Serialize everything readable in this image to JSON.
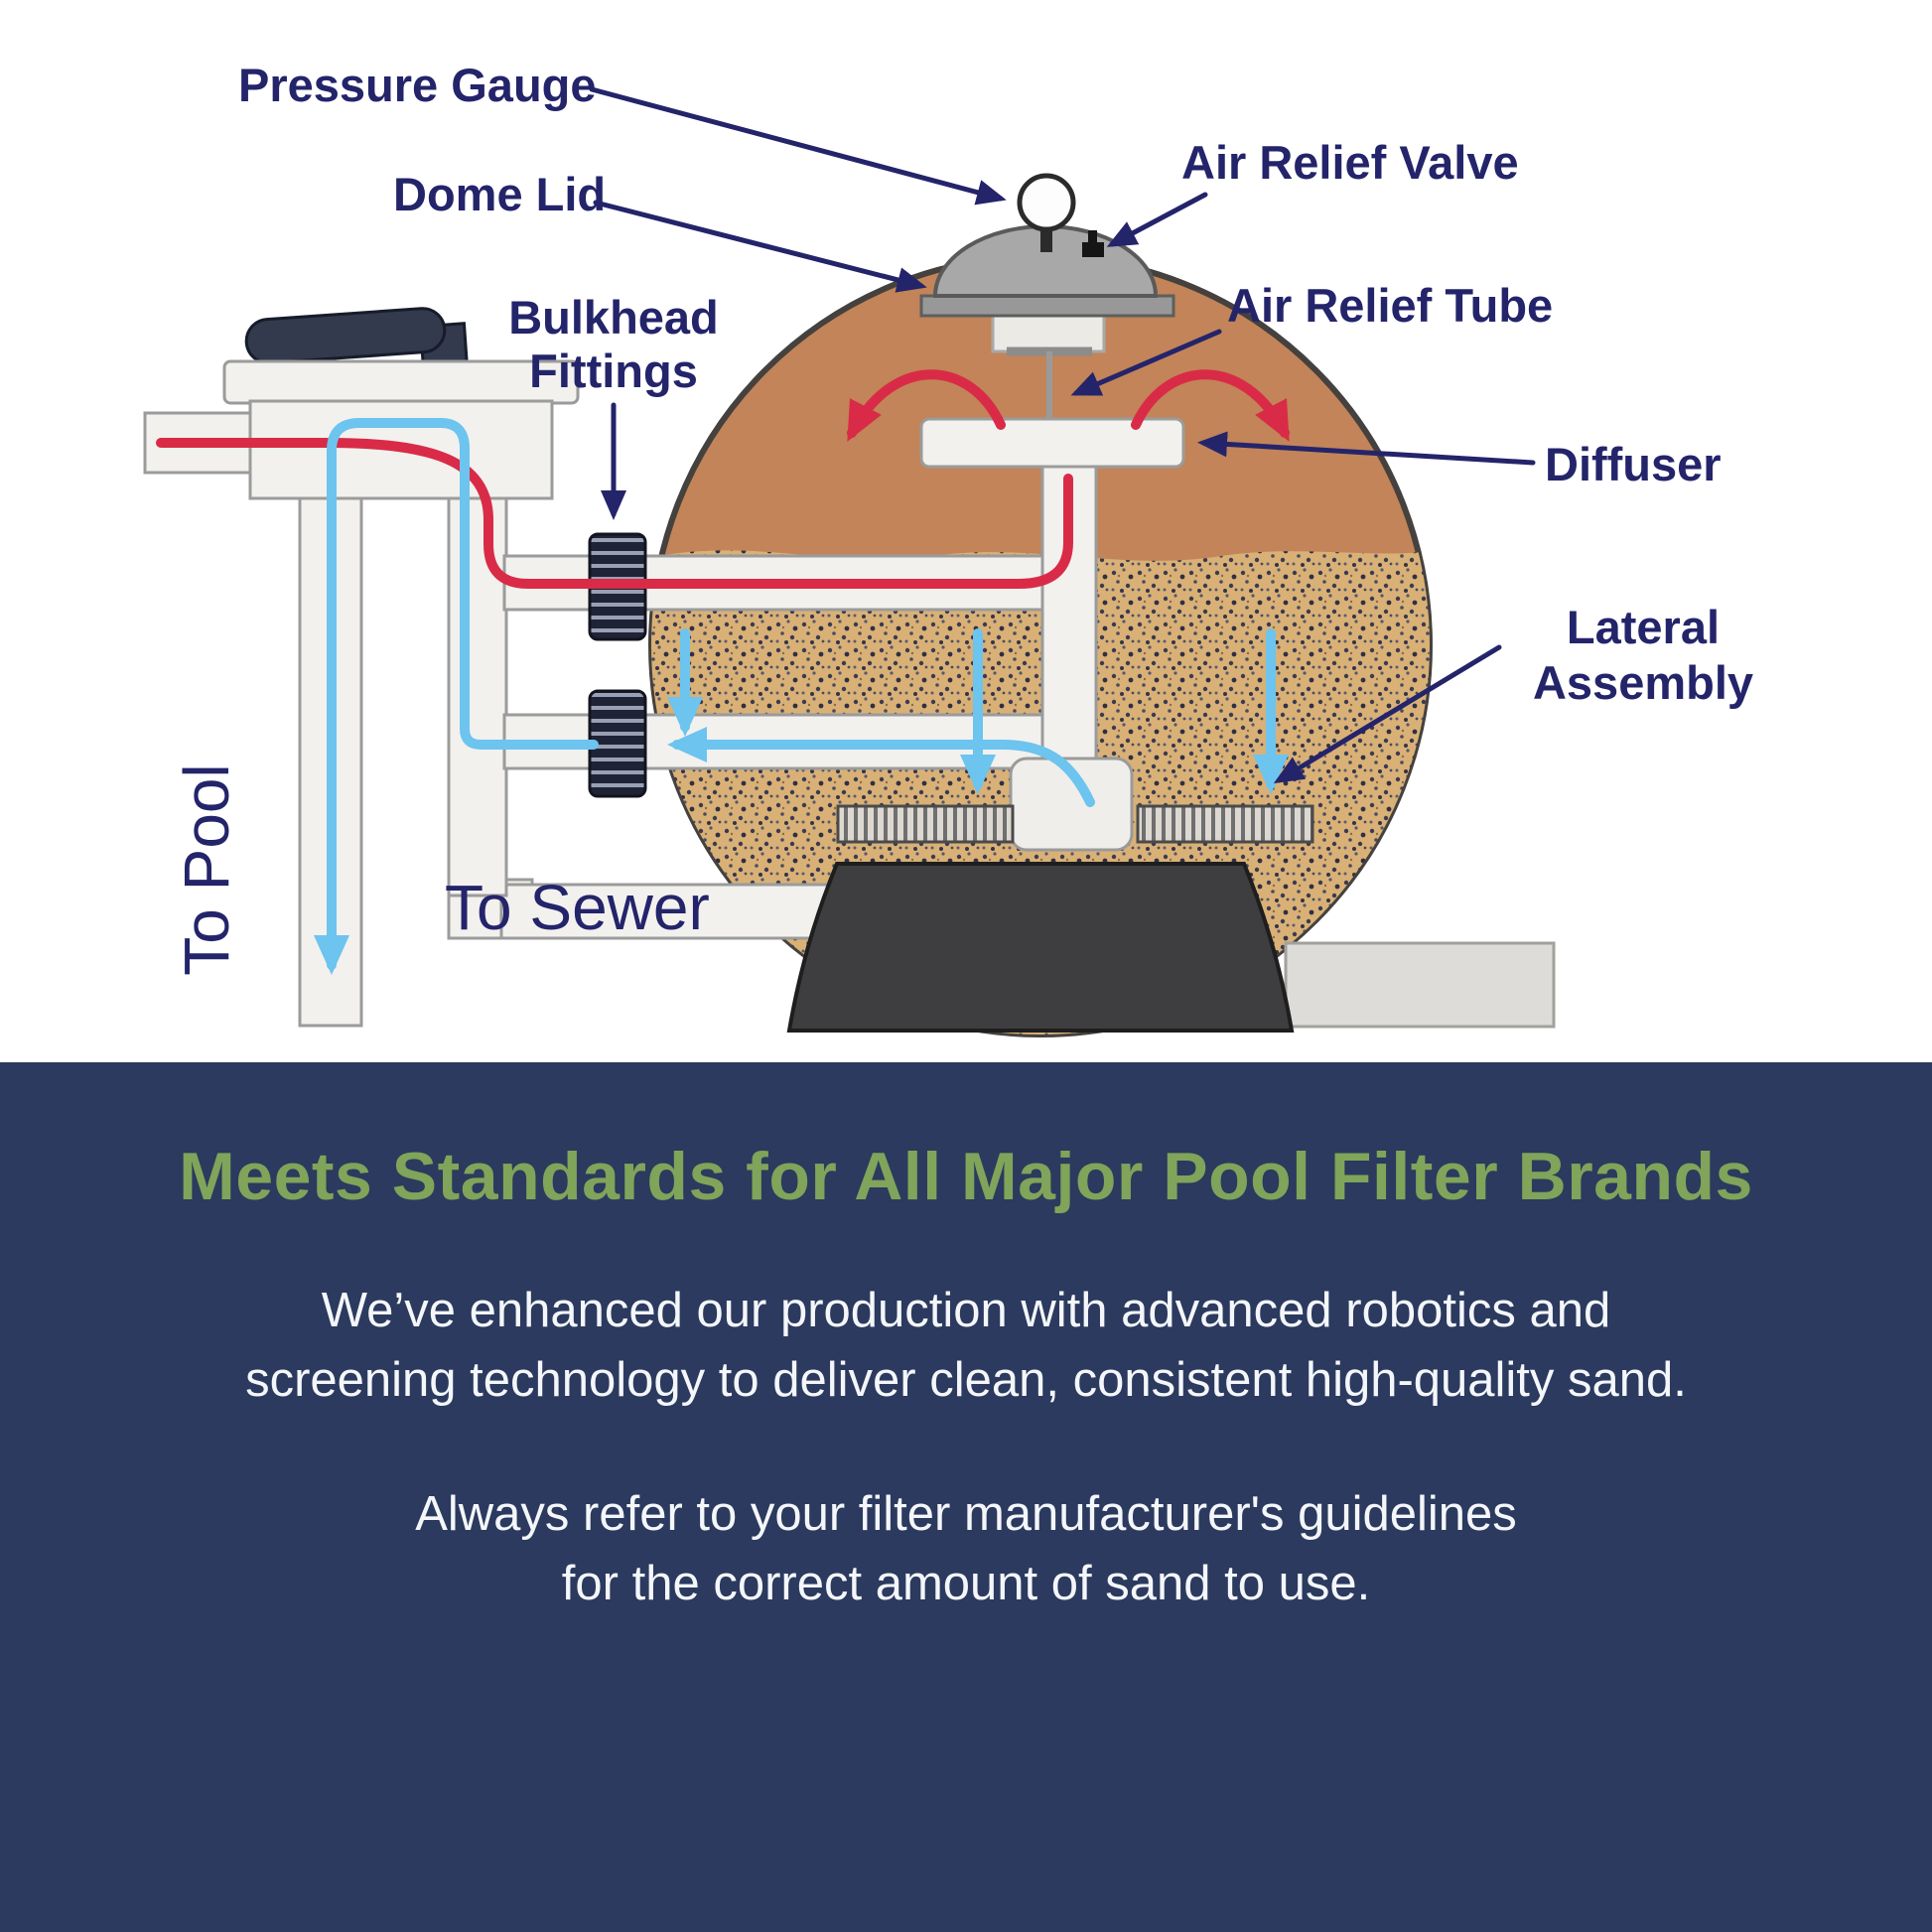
{
  "diagram": {
    "callouts": {
      "pressure_gauge": "Pressure Gauge",
      "dome_lid": "Dome Lid",
      "bulkhead_fittings_line1": "Bulkhead",
      "bulkhead_fittings_line2": "Fittings",
      "air_relief_valve": "Air Relief Valve",
      "air_relief_tube": "Air Relief Tube",
      "diffuser": "Diffuser",
      "lateral_assembly_line1": "Lateral",
      "lateral_assembly_line2": "Assembly"
    },
    "flow_labels": {
      "to_pool": "To Pool",
      "to_sewer": "To Sewer"
    },
    "colors": {
      "callout_text": "#24246b",
      "tank_upper": "#c28458",
      "sand": "#d9b176",
      "inflow_arrow": "#d92b47",
      "outflow_arrow": "#6cc4ef",
      "dome": "#a8a8a8",
      "base_stand": "#3e3e40",
      "pipe": "#f2f1ee"
    }
  },
  "panel": {
    "heading": "Meets Standards for All Major Pool Filter Brands",
    "paragraph1_line1": "We’ve enhanced our production with advanced robotics and",
    "paragraph1_line2": "screening technology to deliver clean, consistent high-quality sand.",
    "paragraph2_line1": "Always refer to your filter manufacturer's guidelines",
    "paragraph2_line2": "for the correct amount of sand to use.",
    "colors": {
      "background": "#2b3a5e",
      "heading": "#7fa45a",
      "body_text": "#f4f6fa"
    }
  }
}
